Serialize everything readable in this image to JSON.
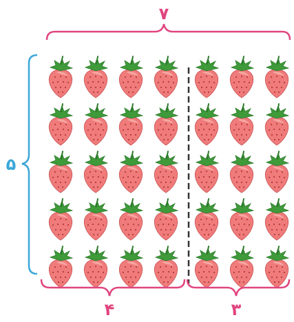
{
  "labels": {
    "top_count": "۷",
    "left_count": "۵",
    "bottom_left_count": "۴",
    "bottom_right_count": "۳"
  },
  "grid": {
    "rows": 5,
    "columns": 7,
    "split_after_column": 4,
    "item": "strawberry-icon"
  },
  "colors": {
    "pink_bracket": "#e0457f",
    "blue_bracket": "#3aa6d8",
    "divider": "#333333",
    "berry_fill": "#f07b7b",
    "berry_light": "#f7b4ae",
    "seed": "#b23a3a",
    "leaf": "#3f9a3a",
    "leaf_dark": "#2c7a2a"
  }
}
